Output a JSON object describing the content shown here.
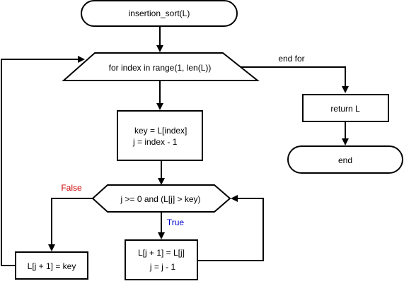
{
  "flowchart": {
    "start_label": "insertion_sort(L)",
    "loop_label": "for index in range(1, len(L))",
    "init_lines": [
      "key = L[index]",
      "j = index - 1"
    ],
    "condition_label": "j >= 0 and (L[j] > key)",
    "shift_lines": [
      "L[j + 1] = L[j]",
      "j = j - 1"
    ],
    "insert_label": "L[j + 1] = key",
    "return_label": "return L",
    "end_label": "end",
    "edge_labels": {
      "end_for": "end for",
      "false": "False",
      "true": "True"
    },
    "colors": {
      "false_label": "#cc0000",
      "true_label": "#0000cc"
    }
  }
}
